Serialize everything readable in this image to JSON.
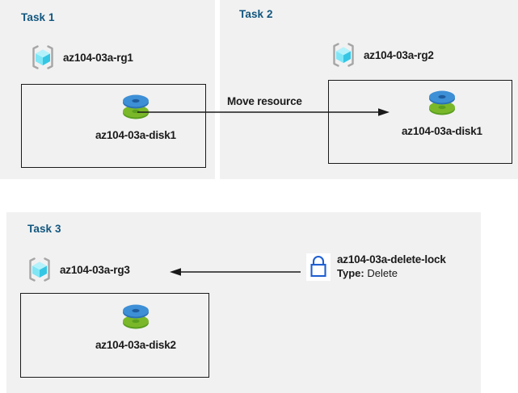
{
  "diagram": {
    "title_color": "#11567f",
    "panel_bg": "#f1f1f1",
    "page_bg": "#ffffff",
    "line_color": "#1a1a1a",
    "lock_color": "#1f5fd0",
    "disk_blue": "#3d8fd6",
    "disk_green": "#7ab829",
    "rg_cube_cyan": "#6fe4f5",
    "rg_bracket_gray": "#a6a6a6"
  },
  "tasks": [
    {
      "title": "Task 1",
      "resource_group": {
        "label": "az104-03a-rg1",
        "icon": "resource-group-icon"
      },
      "resource": {
        "label": "az104-03a-disk1",
        "icon": "managed-disk-icon"
      }
    },
    {
      "title": "Task 2",
      "resource_group": {
        "label": "az104-03a-rg2",
        "icon": "resource-group-icon"
      },
      "resource": {
        "label": "az104-03a-disk1",
        "icon": "managed-disk-icon"
      }
    },
    {
      "title": "Task 3",
      "resource_group": {
        "label": "az104-03a-rg3",
        "icon": "resource-group-icon"
      },
      "resource": {
        "label": "az104-03a-disk2",
        "icon": "managed-disk-icon"
      }
    }
  ],
  "arrows": {
    "move": {
      "caption": "Move resource",
      "direction": "right"
    },
    "lock": {
      "caption": "",
      "direction": "left"
    }
  },
  "lock": {
    "icon": "padlock-icon",
    "name": "az104-03a-delete-lock",
    "type_label": "Type:",
    "type_value": "Delete"
  }
}
